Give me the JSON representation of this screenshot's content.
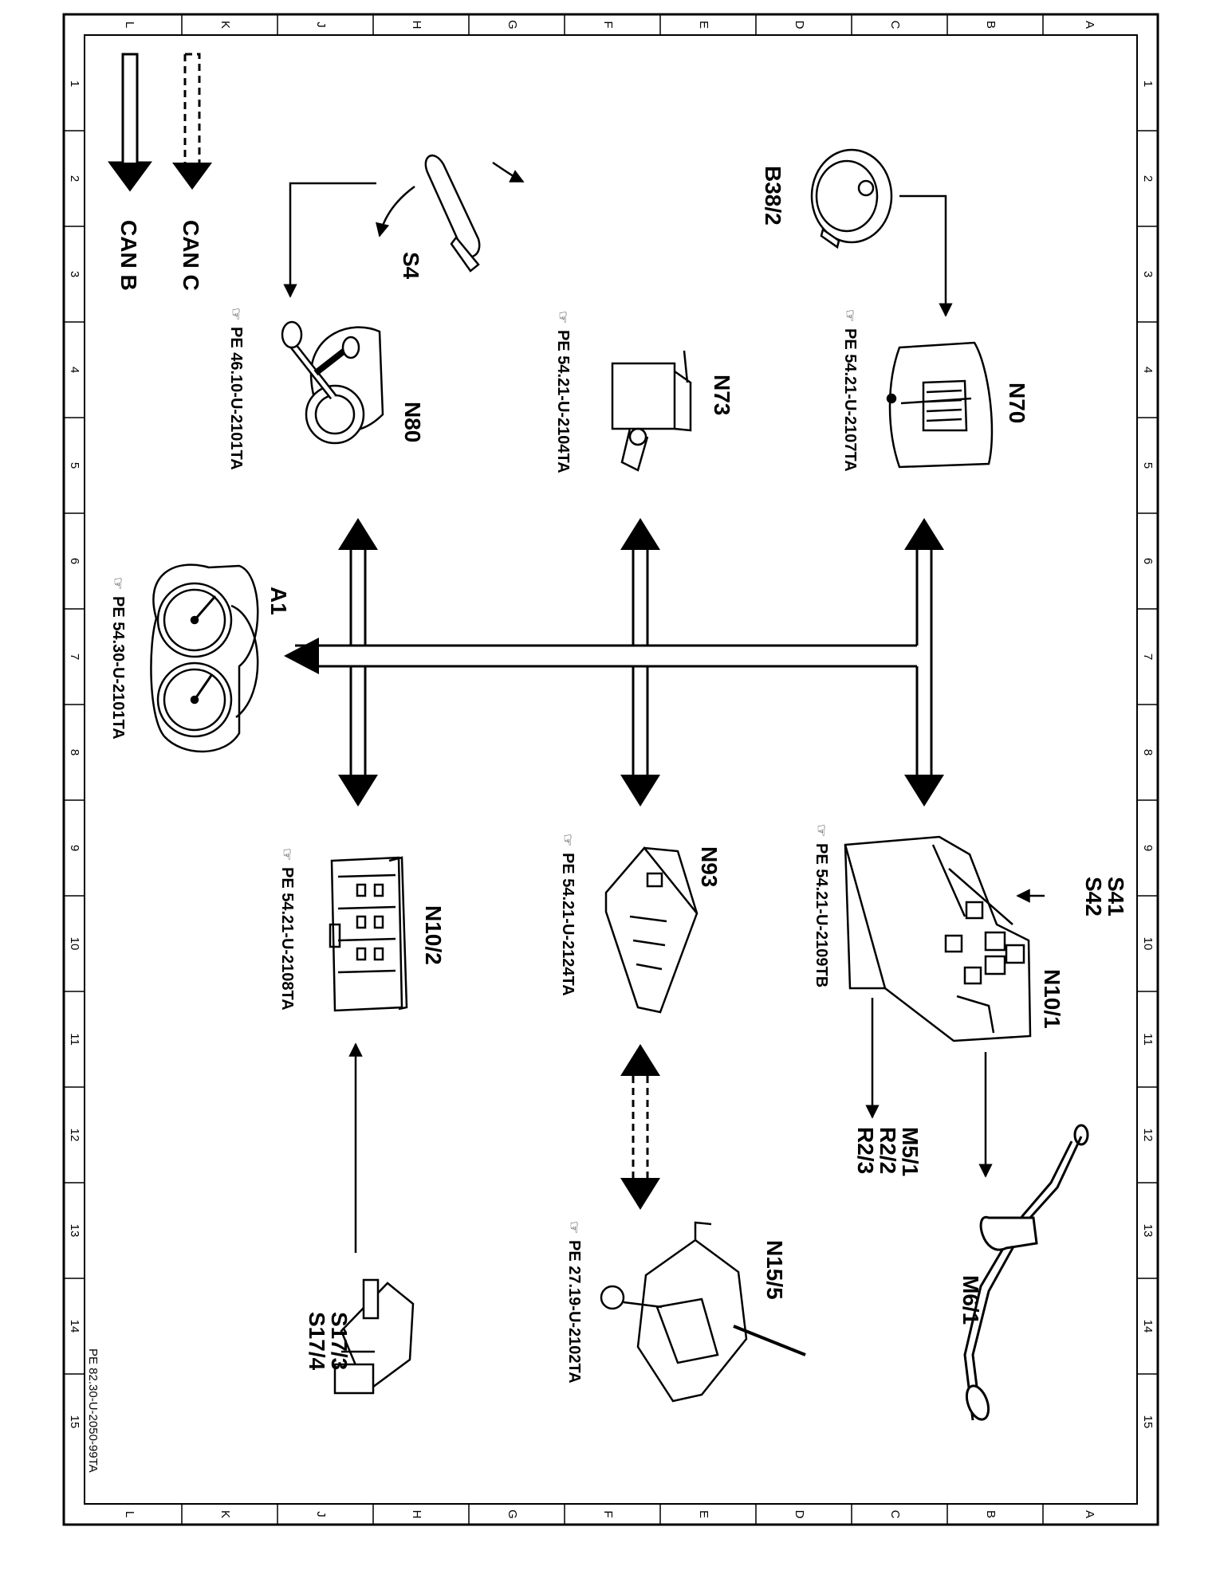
{
  "legend": {
    "can_b_label": "CAN B",
    "can_c_label": "CAN C"
  },
  "ruler": {
    "columns": [
      "L",
      "K",
      "J",
      "H",
      "G",
      "F",
      "E",
      "D",
      "C",
      "B",
      "A"
    ],
    "rows": [
      "1",
      "2",
      "3",
      "4",
      "5",
      "6",
      "7",
      "8",
      "9",
      "10",
      "11",
      "12",
      "13",
      "14",
      "15"
    ]
  },
  "drawing_number": "PE 82.30-U-2050-99TA",
  "components": {
    "s4": {
      "label": "S4"
    },
    "b38_2": {
      "label": "B38/2"
    },
    "n80": {
      "label": "N80",
      "ref": "PE 46.10-U-2101TA"
    },
    "n73": {
      "label": "N73",
      "ref": "PE 54.21-U-2104TA"
    },
    "n70": {
      "label": "N70",
      "ref": "PE 54.21-U-2107TA"
    },
    "a1": {
      "label": "A1",
      "ref": "PE 54.30-U-2101TA"
    },
    "n10_2": {
      "label": "N10/2",
      "ref": "PE 54.21-U-2108TA"
    },
    "n93": {
      "label": "N93",
      "ref": "PE 54.21-U-2124TA"
    },
    "n10_1": {
      "label": "N10/1",
      "ref": "PE 54.21-U-2109TB"
    },
    "s41_s42": {
      "line1": "S41",
      "line2": "S42"
    },
    "m5_1_group": {
      "line1": "M5/1",
      "line2": "R2/2",
      "line3": "R2/3"
    },
    "m6_1": {
      "label": "M6/1"
    },
    "n15_5": {
      "label": "N15/5",
      "ref": "PE 27.19-U-2102TA"
    },
    "s17": {
      "line1": "S17/3",
      "line2": "S17/4"
    }
  }
}
